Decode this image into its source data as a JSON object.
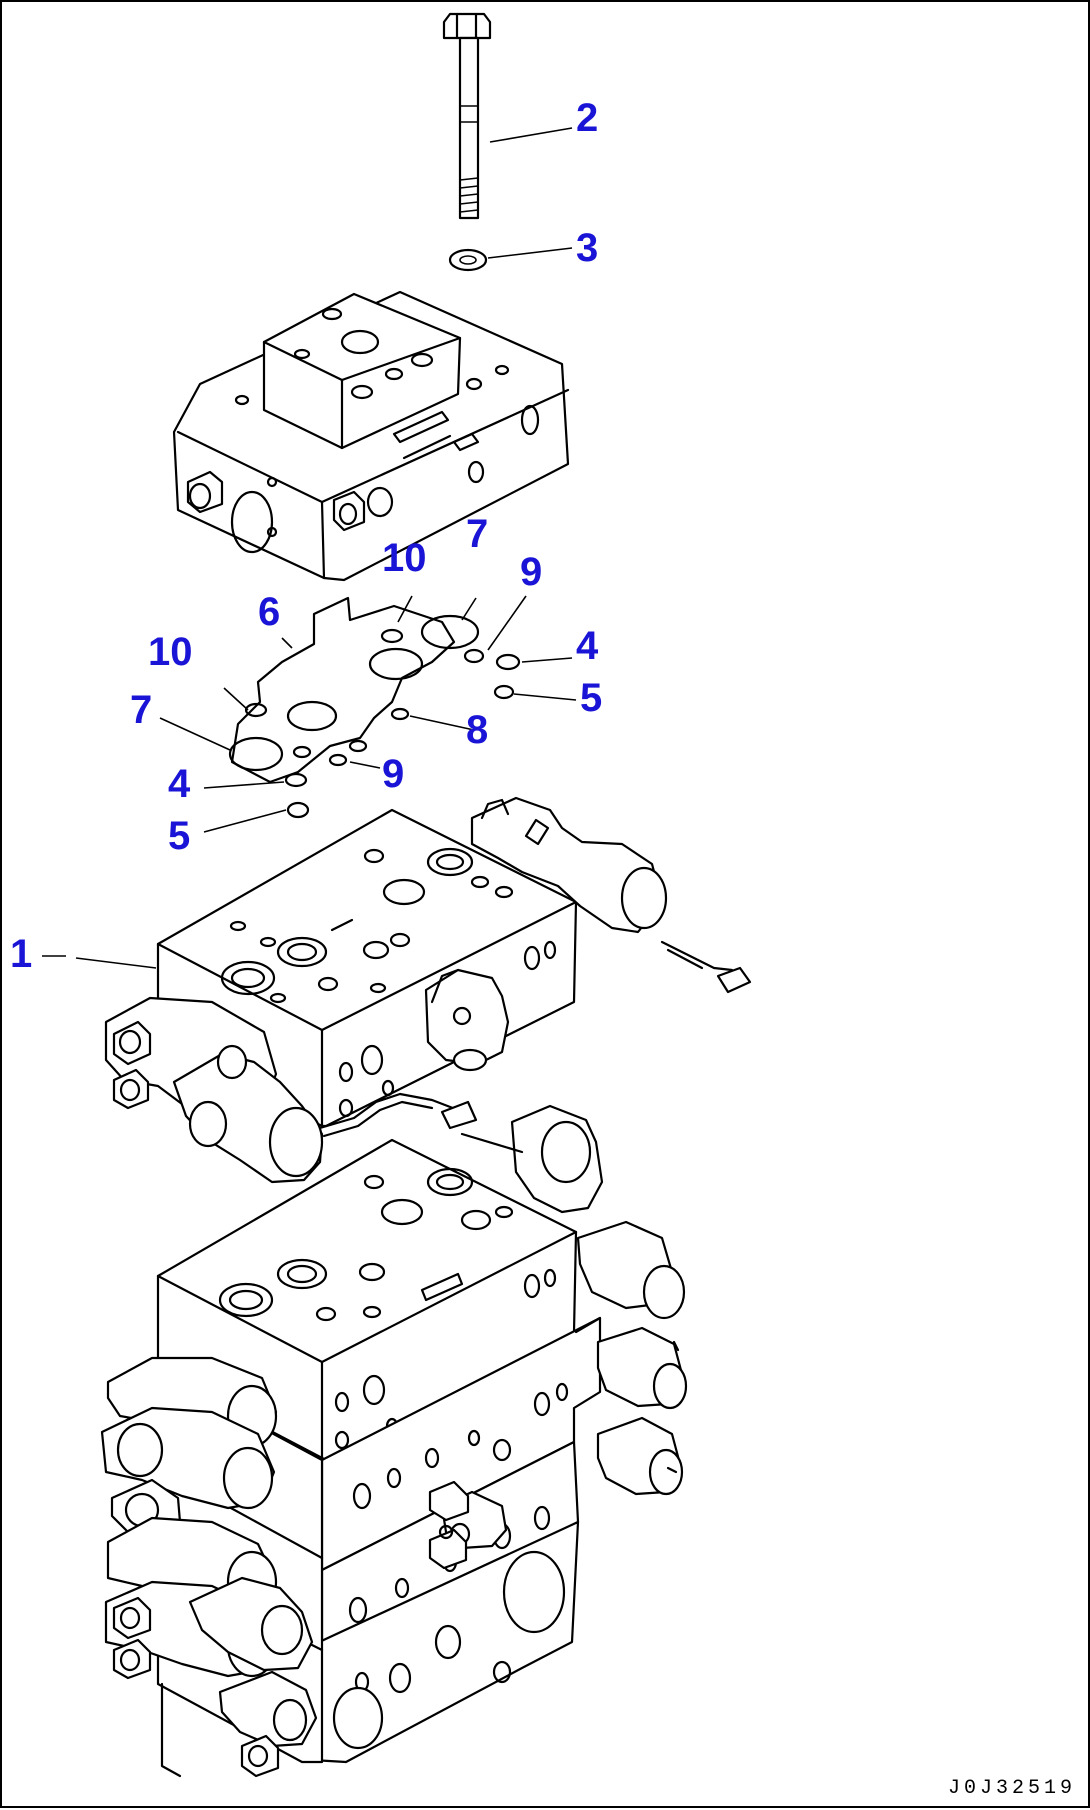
{
  "callouts": {
    "c1": "1",
    "c2": "2",
    "c3": "3",
    "c4a": "4",
    "c5a": "5",
    "c6": "6",
    "c7a": "7",
    "c8": "8",
    "c9a": "9",
    "c10a": "10",
    "c7b": "7",
    "c9b": "9",
    "c10b": "10",
    "c4b": "4",
    "c5b": "5"
  },
  "drawing_code": "J0J32519",
  "colors": {
    "callout": "#1a14d6",
    "line": "#000000",
    "background": "#ffffff"
  }
}
